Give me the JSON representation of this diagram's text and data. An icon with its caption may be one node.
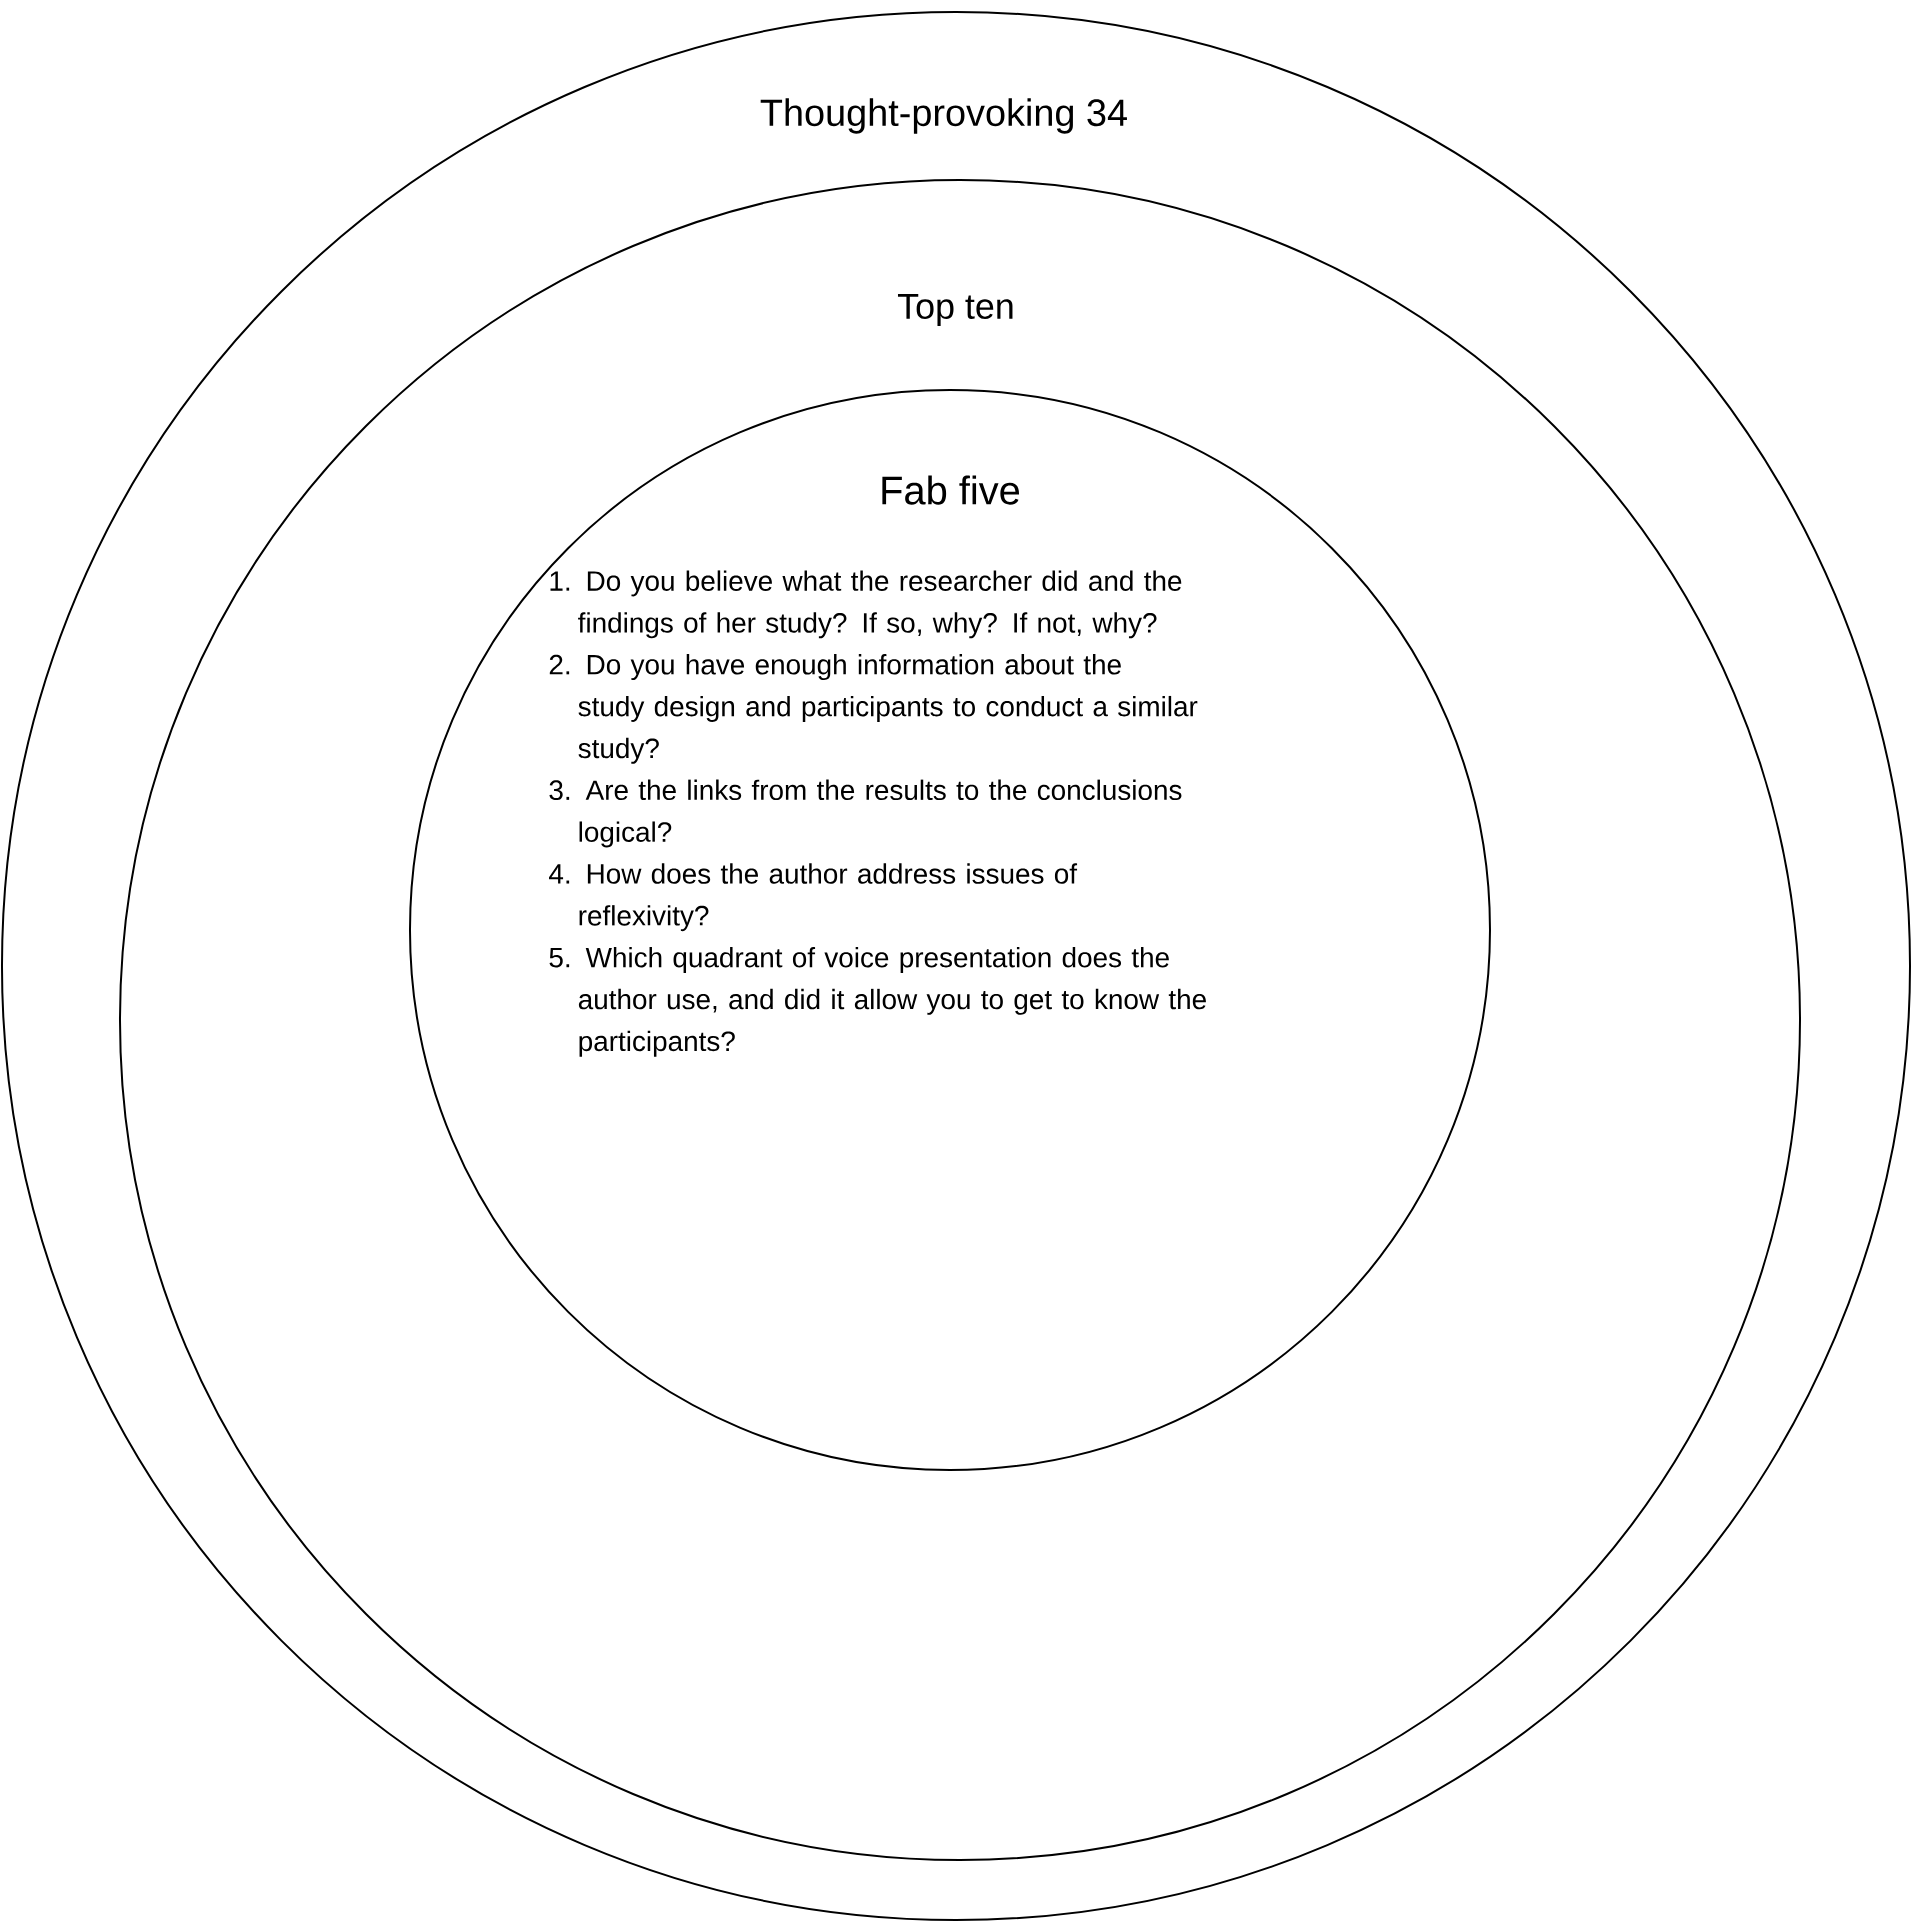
{
  "diagram": {
    "nodes": [
      {
        "text": [
          "Thought-provoking 34"
        ]
      },
      {
        "text": [
          "Top ten"
        ],
        "in": 0
      },
      {
        "text": [
          "Fab five",
          "1. Do you believe what the researcher did and the findings of her study? If so, why? If not, why?",
          "2. Do you have enough information about the study design and participants to conduct a similar study?",
          "3. Are the links from the results to the conclusions logical?",
          "4. How does the author address issues of reflexivity?",
          "5. Which quadrant of voice presentation does the author use, and did it allow you to get to know the participants?"
        ],
        "in": 1
      }
    ]
  }
}
